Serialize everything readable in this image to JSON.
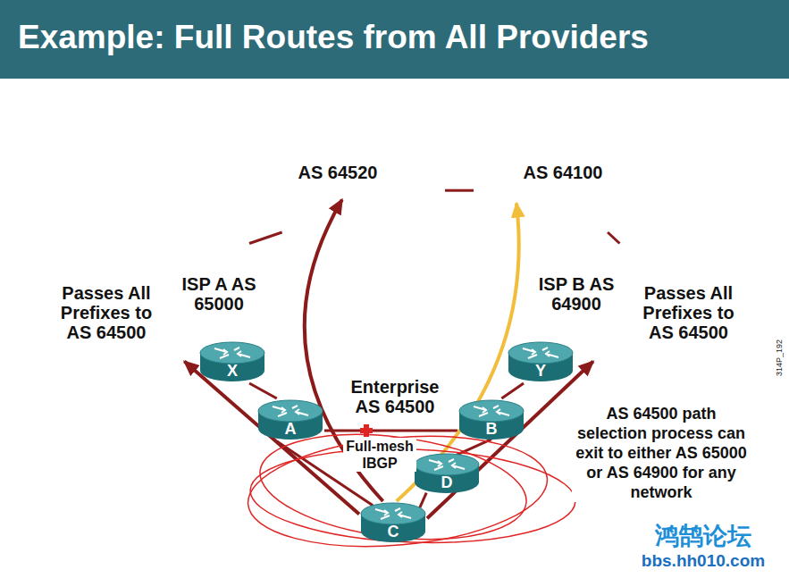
{
  "diagram": {
    "title": "Example: Full Routes from All Providers",
    "nodes": [
      {
        "text": [
          "AS 64520"
        ]
      },
      {
        "text": [
          "AS 64100"
        ]
      },
      {
        "text": [
          "ISP A AS 65000",
          "Passes All Prefixes to AS 64500"
        ]
      },
      {
        "text": [
          "ISP B AS 64900",
          "Passes All Prefixes to AS 64500"
        ]
      },
      {
        "text": [
          "Enterprise AS 64500",
          "Full-mesh IBGP"
        ]
      },
      {
        "text": [
          "X"
        ]
      },
      {
        "text": [
          "Y"
        ]
      },
      {
        "text": [
          "A"
        ],
        "in": 4
      },
      {
        "text": [
          "B"
        ],
        "in": 4
      },
      {
        "text": [
          "D"
        ],
        "in": 4
      },
      {
        "text": [
          "C"
        ],
        "in": 4
      }
    ],
    "edges": [
      {
        "from": 0,
        "to": 1,
        "arrow": "none"
      },
      {
        "from": 1,
        "to": 3,
        "arrow": "none"
      },
      {
        "from": 2,
        "to": 0,
        "arrow": "none"
      },
      {
        "from": 5,
        "to": 7,
        "arrow": "none"
      },
      {
        "from": 6,
        "to": 8,
        "arrow": "none"
      },
      {
        "from": 7,
        "to": 8,
        "arrow": "none"
      },
      {
        "from": 7,
        "to": 10,
        "arrow": "none"
      },
      {
        "from": 10,
        "to": 9,
        "arrow": "none"
      },
      {
        "from": 9,
        "to": 8,
        "arrow": "none"
      },
      {
        "from": 10,
        "to": 2,
        "arrow": "to"
      },
      {
        "from": 10,
        "to": 0,
        "arrow": "to"
      },
      {
        "from": 10,
        "to": 1,
        "arrow": "to"
      },
      {
        "from": 10,
        "to": 3,
        "arrow": "to"
      }
    ],
    "labels": [
      "AS 64500 path selection process can exit to either AS 65000 or AS 64900 for any network",
      "314P_192",
      "鸿鹄论坛",
      "bbs.hh010.com"
    ]
  }
}
